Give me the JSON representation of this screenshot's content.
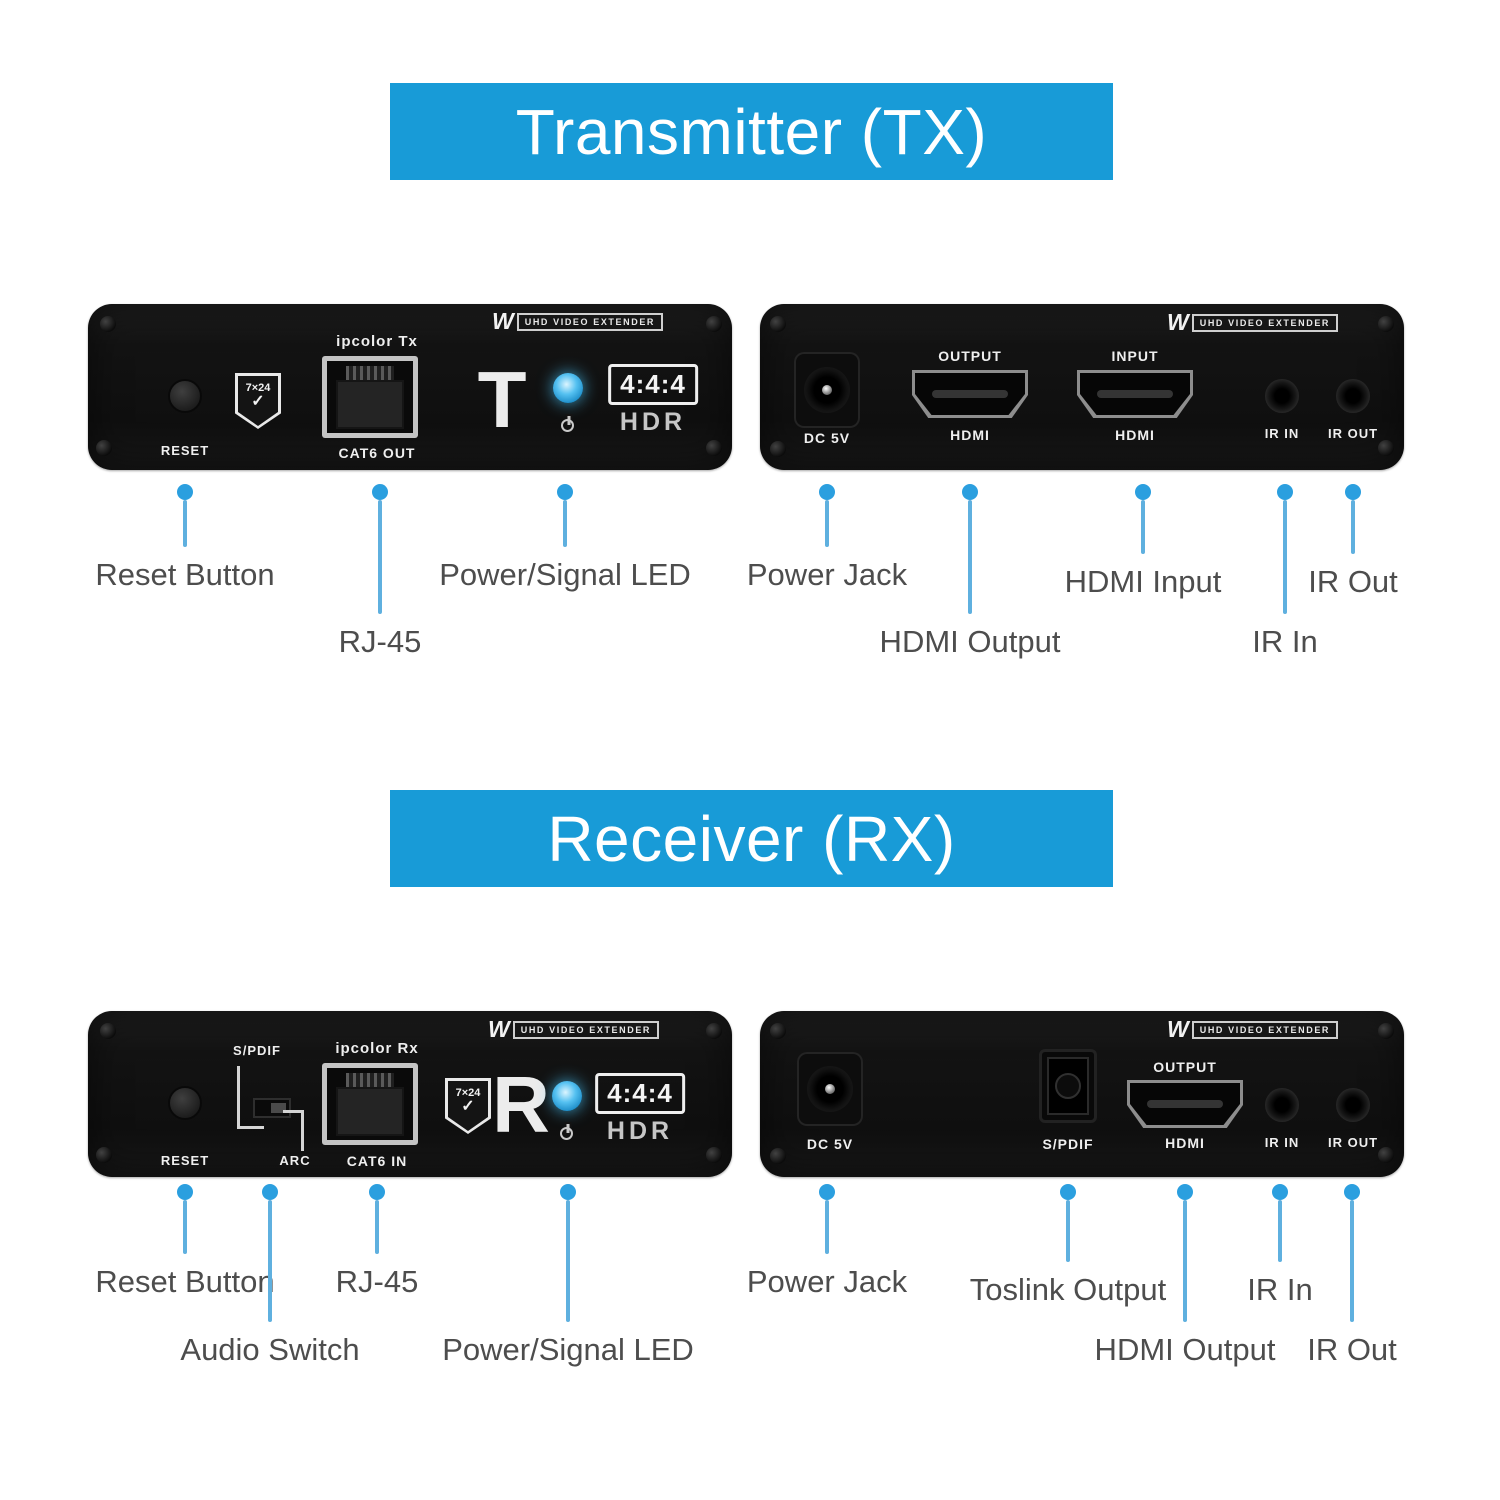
{
  "colors": {
    "banner_blue": "#189bd7",
    "callout_dot_blue": "#2b9fdf",
    "callout_line_blue": "#5fb0df",
    "device_black": "#141414",
    "label_gray": "#4d4d4d",
    "led_blue": "#55c1f1"
  },
  "tx": {
    "banner": "Transmitter (TX)",
    "front": {
      "reset": "RESET",
      "badge": "7×24",
      "badge_check": "✓",
      "rj45_top": "ipcolor Tx",
      "rj45_bottom": "CAT6 OUT",
      "logo_letter": "T",
      "chroma": "4:4:4",
      "hdr": "HDR",
      "brand_w": "W",
      "brand_text": "UHD VIDEO EXTENDER"
    },
    "back": {
      "dc": "DC 5V",
      "hdmi_out_top": "OUTPUT",
      "hdmi_out_bottom": "HDMI",
      "hdmi_in_top": "INPUT",
      "hdmi_in_bottom": "HDMI",
      "ir_in": "IR IN",
      "ir_out": "IR OUT",
      "brand_w": "W",
      "brand_text": "UHD VIDEO EXTENDER"
    },
    "callouts": [
      {
        "label": "Reset Button"
      },
      {
        "label": "RJ-45"
      },
      {
        "label": "Power/Signal LED"
      },
      {
        "label": "Power Jack"
      },
      {
        "label": "HDMI Output"
      },
      {
        "label": "HDMI Input"
      },
      {
        "label": "IR In"
      },
      {
        "label": "IR Out"
      }
    ]
  },
  "rx": {
    "banner": "Receiver (RX)",
    "front": {
      "reset": "RESET",
      "spdif": "S/PDIF",
      "arc": "ARC",
      "rj45_top": "ipcolor Rx",
      "rj45_bottom": "CAT6 IN",
      "badge": "7×24",
      "badge_check": "✓",
      "logo_letter": "R",
      "chroma": "4:4:4",
      "hdr": "HDR",
      "brand_w": "W",
      "brand_text": "UHD VIDEO EXTENDER"
    },
    "back": {
      "dc": "DC 5V",
      "spdif": "S/PDIF",
      "hdmi_top": "OUTPUT",
      "hdmi_bottom": "HDMI",
      "ir_in": "IR IN",
      "ir_out": "IR OUT",
      "brand_w": "W",
      "brand_text": "UHD VIDEO EXTENDER"
    },
    "callouts": [
      {
        "label": "Reset Button"
      },
      {
        "label": "Audio Switch"
      },
      {
        "label": "RJ-45"
      },
      {
        "label": "Power/Signal LED"
      },
      {
        "label": "Power Jack"
      },
      {
        "label": "Toslink Output"
      },
      {
        "label": "HDMI Output"
      },
      {
        "label": "IR In"
      },
      {
        "label": "IR Out"
      }
    ]
  }
}
